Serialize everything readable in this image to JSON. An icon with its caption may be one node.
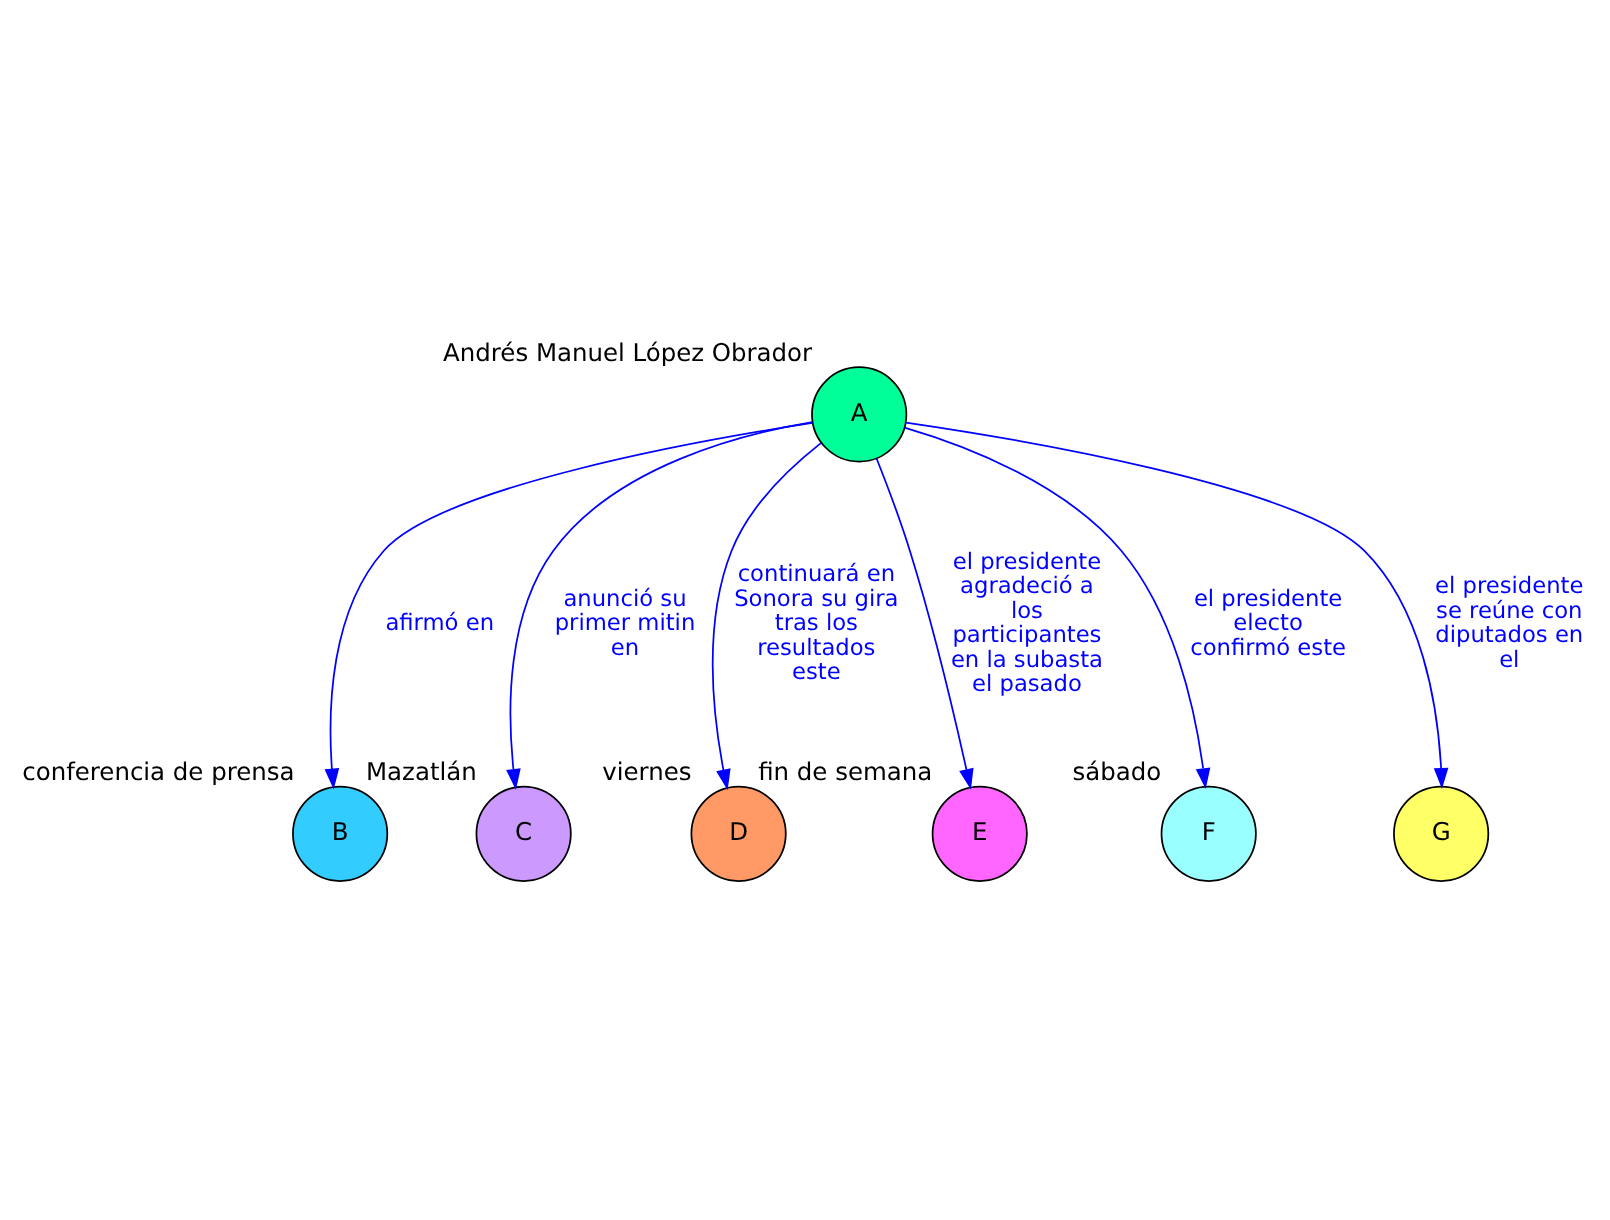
{
  "diagram": {
    "nodes": [
      {
        "text": [
          "A"
        ],
        "beside": [
          "Andrés Manuel López Obrador"
        ]
      },
      {
        "text": [
          "B"
        ],
        "beside": [
          "conferencia de prensa"
        ]
      },
      {
        "text": [
          "C"
        ],
        "beside": [
          "Mazatlán"
        ]
      },
      {
        "text": [
          "D"
        ],
        "beside": [
          "viernes"
        ]
      },
      {
        "text": [
          "E"
        ],
        "beside": [
          "fin de semana"
        ]
      },
      {
        "text": [
          "F"
        ],
        "beside": [
          "sábado"
        ]
      },
      {
        "text": [
          "G"
        ]
      }
    ],
    "edges": [
      {
        "from": 0,
        "to": 1,
        "arrow": "to",
        "label": "afirmó en"
      },
      {
        "from": 0,
        "to": 2,
        "arrow": "to",
        "label": "anunció su primer mitin en"
      },
      {
        "from": 0,
        "to": 3,
        "arrow": "to",
        "label": "continuará en Sonora su gira tras los resultados este"
      },
      {
        "from": 0,
        "to": 4,
        "arrow": "to",
        "label": "el presidente agradeció a los participantes en la subasta el pasado"
      },
      {
        "from": 0,
        "to": 5,
        "arrow": "to",
        "label": "el presidente electo confirmó este"
      },
      {
        "from": 0,
        "to": 6,
        "arrow": "to",
        "label": "el presidente se reúne con diputados en el"
      }
    ]
  }
}
